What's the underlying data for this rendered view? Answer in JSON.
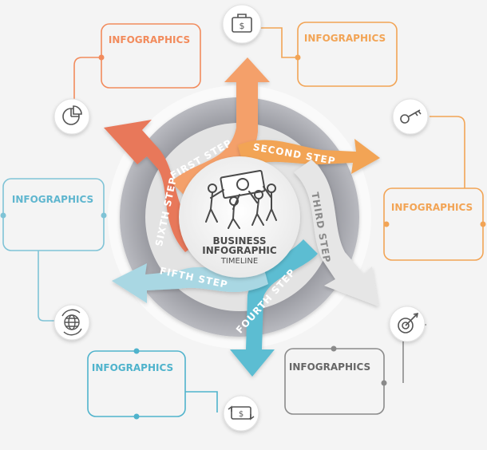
{
  "center": {
    "line1": "BUSINESS",
    "line2": "INFOGRAPHIC",
    "line3": "TIMELINE"
  },
  "steps": [
    {
      "label": "FIRST STEP",
      "color": "#f4a06a"
    },
    {
      "label": "SECOND STEP",
      "color": "#f2a455"
    },
    {
      "label": "THIRD STEP",
      "color": "#e6e6e6"
    },
    {
      "label": "FOURTH STEP",
      "color": "#5cbdd2"
    },
    {
      "label": "FIFTH STEP",
      "color": "#a9d7e3"
    },
    {
      "label": "SIXTH STEP",
      "color": "#e8785a"
    }
  ],
  "boxes": [
    {
      "title": "INFOGRAPHICS",
      "color": "#f28b5c",
      "icon": "pie-chart-icon"
    },
    {
      "title": "INFOGRAPHICS",
      "color": "#f2a455",
      "icon": "briefcase-dollar-icon"
    },
    {
      "title": "INFOGRAPHICS",
      "color": "#f2a455",
      "icon": "key-icon"
    },
    {
      "title": "INFOGRAPHICS",
      "color": "#888888",
      "icon": "target-icon"
    },
    {
      "title": "INFOGRAPHICS",
      "color": "#4fb3cc",
      "icon": "money-exchange-icon"
    },
    {
      "title": "INFOGRAPHICS",
      "color": "#7fc3d6",
      "icon": "globe-icon"
    }
  ]
}
